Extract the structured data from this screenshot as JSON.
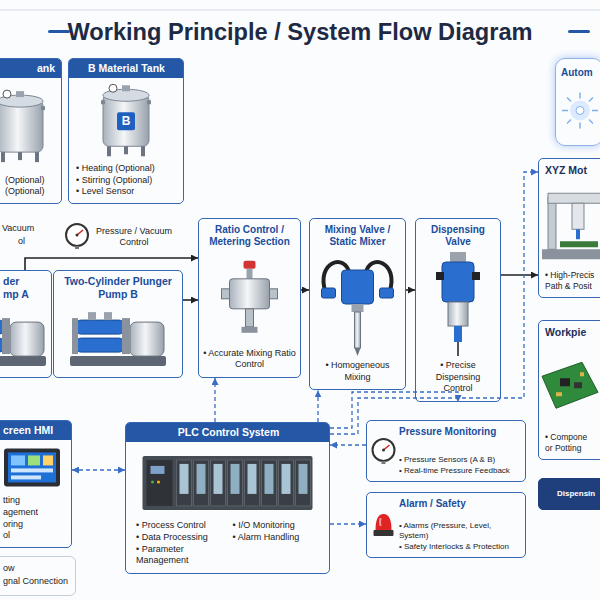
{
  "diagram": {
    "title": "Working Principle / System Flow Diagram",
    "nodes": [
      {
        "text": [
          "ank",
          "(Optional)",
          "(Optional)"
        ]
      },
      {
        "text": [
          "B Material Tank",
          "• Heating (Optional)",
          "• Stirring (Optional)",
          "• Level Sensor"
        ]
      },
      {
        "text": [
          "Autom"
        ]
      },
      {
        "text": [
          "XYZ Mot",
          "• High-Precis",
          "Path & Posit"
        ]
      },
      {
        "text": [
          "der mp A"
        ]
      },
      {
        "text": [
          "Two-Cylinder Plunger Pump B"
        ]
      },
      {
        "text": [
          "Ratio Control / Metering Section",
          "• Accurate Mixing Ratio Control"
        ]
      },
      {
        "text": [
          "Mixing Valve / Static Mixer",
          "• Homogeneous Mixing"
        ]
      },
      {
        "text": [
          "Dispensing Valve",
          "• Precise Dispensing Control"
        ]
      },
      {
        "text": [
          "Workpie",
          "• Compone or Potting"
        ]
      },
      {
        "text": [
          "creen HMI",
          "tting",
          "agement",
          "oring",
          "ol"
        ]
      },
      {
        "text": [
          "PLC Control System",
          "• Process Control",
          "• Data Processing",
          "• Parameter Management",
          "• I/O Monitoring",
          "• Alarm Handling"
        ]
      },
      {
        "text": [
          "Pressure Monitoring",
          "• Pressure Sensors (A & B)",
          "• Real-time Pressure Feedback"
        ]
      },
      {
        "text": [
          "Alarm / Safety",
          "• Alarms (Pressure, Level, System)",
          "• Safety Interlocks & Protection"
        ]
      },
      {
        "text": [
          "Dispensin"
        ]
      }
    ],
    "edges": [
      {
        "from": 4,
        "to": 6,
        "arrow": "to"
      },
      {
        "from": 5,
        "to": 6,
        "arrow": "to"
      },
      {
        "from": 6,
        "to": 7,
        "arrow": "to"
      },
      {
        "from": 7,
        "to": 8,
        "arrow": "to"
      },
      {
        "from": 8,
        "to": 3,
        "arrow": "to"
      },
      {
        "from": 11,
        "to": 6,
        "arrow": "to"
      },
      {
        "from": 11,
        "to": 7,
        "arrow": "to"
      },
      {
        "from": 11,
        "to": 8,
        "arrow": "to"
      },
      {
        "from": 11,
        "to": 3,
        "arrow": "to"
      },
      {
        "from": 10,
        "to": 11,
        "arrow": "both"
      },
      {
        "from": 12,
        "to": 11,
        "arrow": "to"
      },
      {
        "from": 11,
        "to": 13,
        "arrow": "to"
      }
    ],
    "labels": [
      "B",
      "Vacuum",
      "ol",
      "Pressure / Vacuum Control"
    ],
    "legend": [
      {
        "text": "ow"
      },
      {
        "text": "gnal Connection"
      }
    ]
  }
}
